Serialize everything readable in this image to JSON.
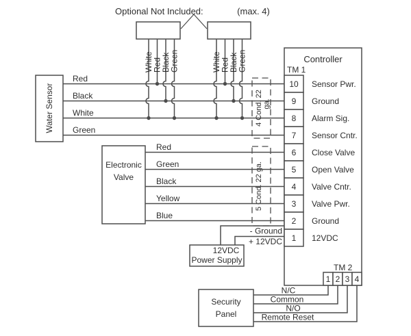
{
  "header": {
    "optional_label": "Optional Not Included:",
    "max_label": "(max. 4)"
  },
  "optional_sensors": {
    "box1": {
      "wires": [
        "White",
        "Red",
        "Black",
        "Green"
      ]
    },
    "box2": {
      "wires": [
        "White",
        "Red",
        "Black",
        "Green"
      ]
    }
  },
  "water_sensor": {
    "label": "Water Sensor",
    "wire_labels": [
      "Red",
      "Black",
      "White",
      "Green"
    ]
  },
  "electronic_valve": {
    "label_line1": "Electronic",
    "label_line2": "Valve",
    "wire_labels": [
      "Red",
      "Green",
      "Black",
      "Yellow",
      "Blue"
    ]
  },
  "conduits": {
    "sensor_cable_line1": "4 Cond. 22",
    "sensor_cable_line2": "ga.",
    "valve_cable": "5 Cond. 22 ga."
  },
  "controller": {
    "title": "Controller",
    "tm1_label": "TM 1",
    "tm2_label": "TM 2",
    "tm1_terminals": [
      {
        "num": "10",
        "label": "Sensor Pwr."
      },
      {
        "num": "9",
        "label": "Ground"
      },
      {
        "num": "8",
        "label": "Alarm Sig."
      },
      {
        "num": "7",
        "label": "Sensor Cntr."
      },
      {
        "num": "6",
        "label": "Close Valve"
      },
      {
        "num": "5",
        "label": "Open Valve"
      },
      {
        "num": "4",
        "label": "Valve Cntr."
      },
      {
        "num": "3",
        "label": "Valve Pwr."
      },
      {
        "num": "2",
        "label": "Ground"
      },
      {
        "num": "1",
        "label": "12VDC"
      }
    ],
    "tm2_terminals": [
      "1",
      "2",
      "3",
      "4"
    ]
  },
  "power_supply": {
    "wire_ground_label": "- Ground",
    "wire_12vdc_label": "+ 12VDC",
    "box_line1": "12VDC",
    "box_line2": "Power Supply"
  },
  "security_panel": {
    "box_line1": "Security",
    "box_line2": "Panel",
    "wire_labels": [
      "N/C",
      "Common",
      "N/O",
      "Remote Reset"
    ]
  },
  "colors": {
    "line": "#4c4c4c",
    "text": "#2d2d2d",
    "background": "#ffffff"
  }
}
